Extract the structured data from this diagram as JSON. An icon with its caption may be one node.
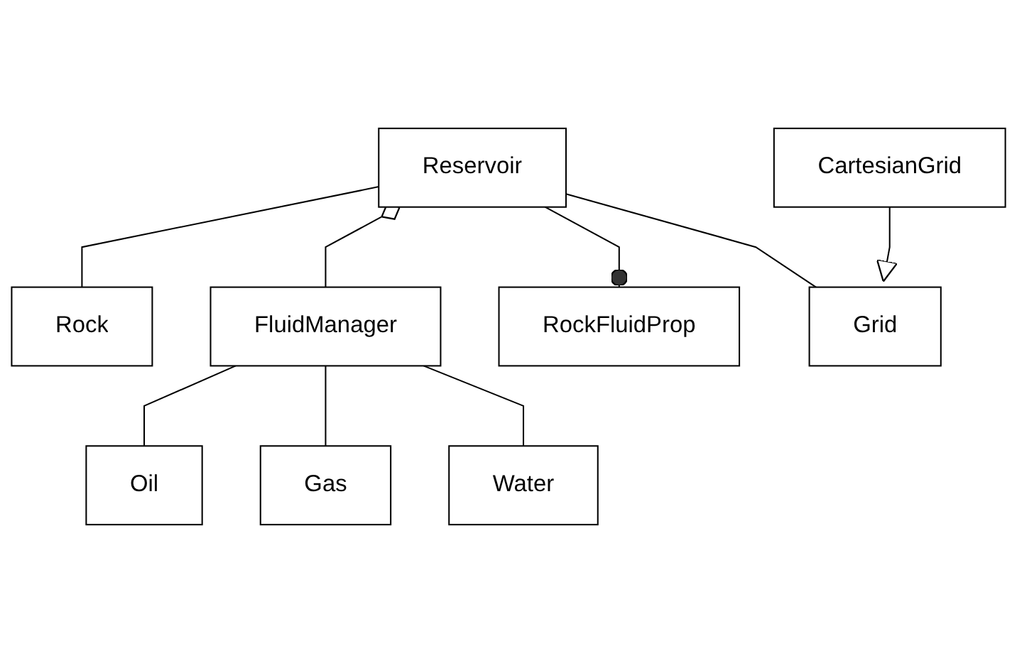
{
  "diagram": {
    "nodes": [
      {
        "text": [
          "Reservoir"
        ]
      },
      {
        "text": [
          "Rock"
        ]
      },
      {
        "text": [
          "RockFluidProp"
        ]
      },
      {
        "text": [
          "Grid"
        ]
      },
      {
        "text": [
          "FluidManager"
        ]
      },
      {
        "text": [
          "CartesianGrid"
        ]
      },
      {
        "text": [
          "Oil"
        ]
      },
      {
        "text": [
          "Gas"
        ]
      },
      {
        "text": [
          "Water"
        ]
      }
    ],
    "edges": [
      {
        "from": 0,
        "to": 1,
        "arrow": "none"
      },
      {
        "from": 0,
        "to": 4,
        "arrow": "other"
      },
      {
        "from": 0,
        "to": 2,
        "arrow": "other"
      },
      {
        "from": 0,
        "to": 3,
        "arrow": "none"
      },
      {
        "from": 5,
        "to": 3,
        "arrow": "to"
      },
      {
        "from": 4,
        "to": 6,
        "arrow": "none"
      },
      {
        "from": 4,
        "to": 7,
        "arrow": "none"
      },
      {
        "from": 4,
        "to": 8,
        "arrow": "none"
      }
    ]
  }
}
